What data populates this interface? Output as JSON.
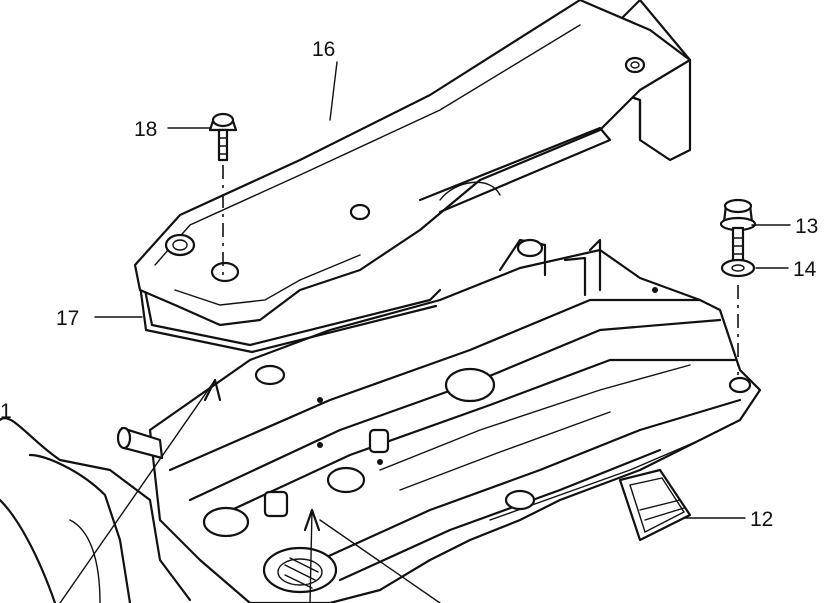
{
  "callouts": {
    "c16": "16",
    "c18": "18",
    "c13": "13",
    "c14": "14",
    "c17": "17",
    "c12": "12",
    "c1": "1"
  },
  "colors": {
    "ink": "#111111",
    "paper": "#ffffff"
  }
}
